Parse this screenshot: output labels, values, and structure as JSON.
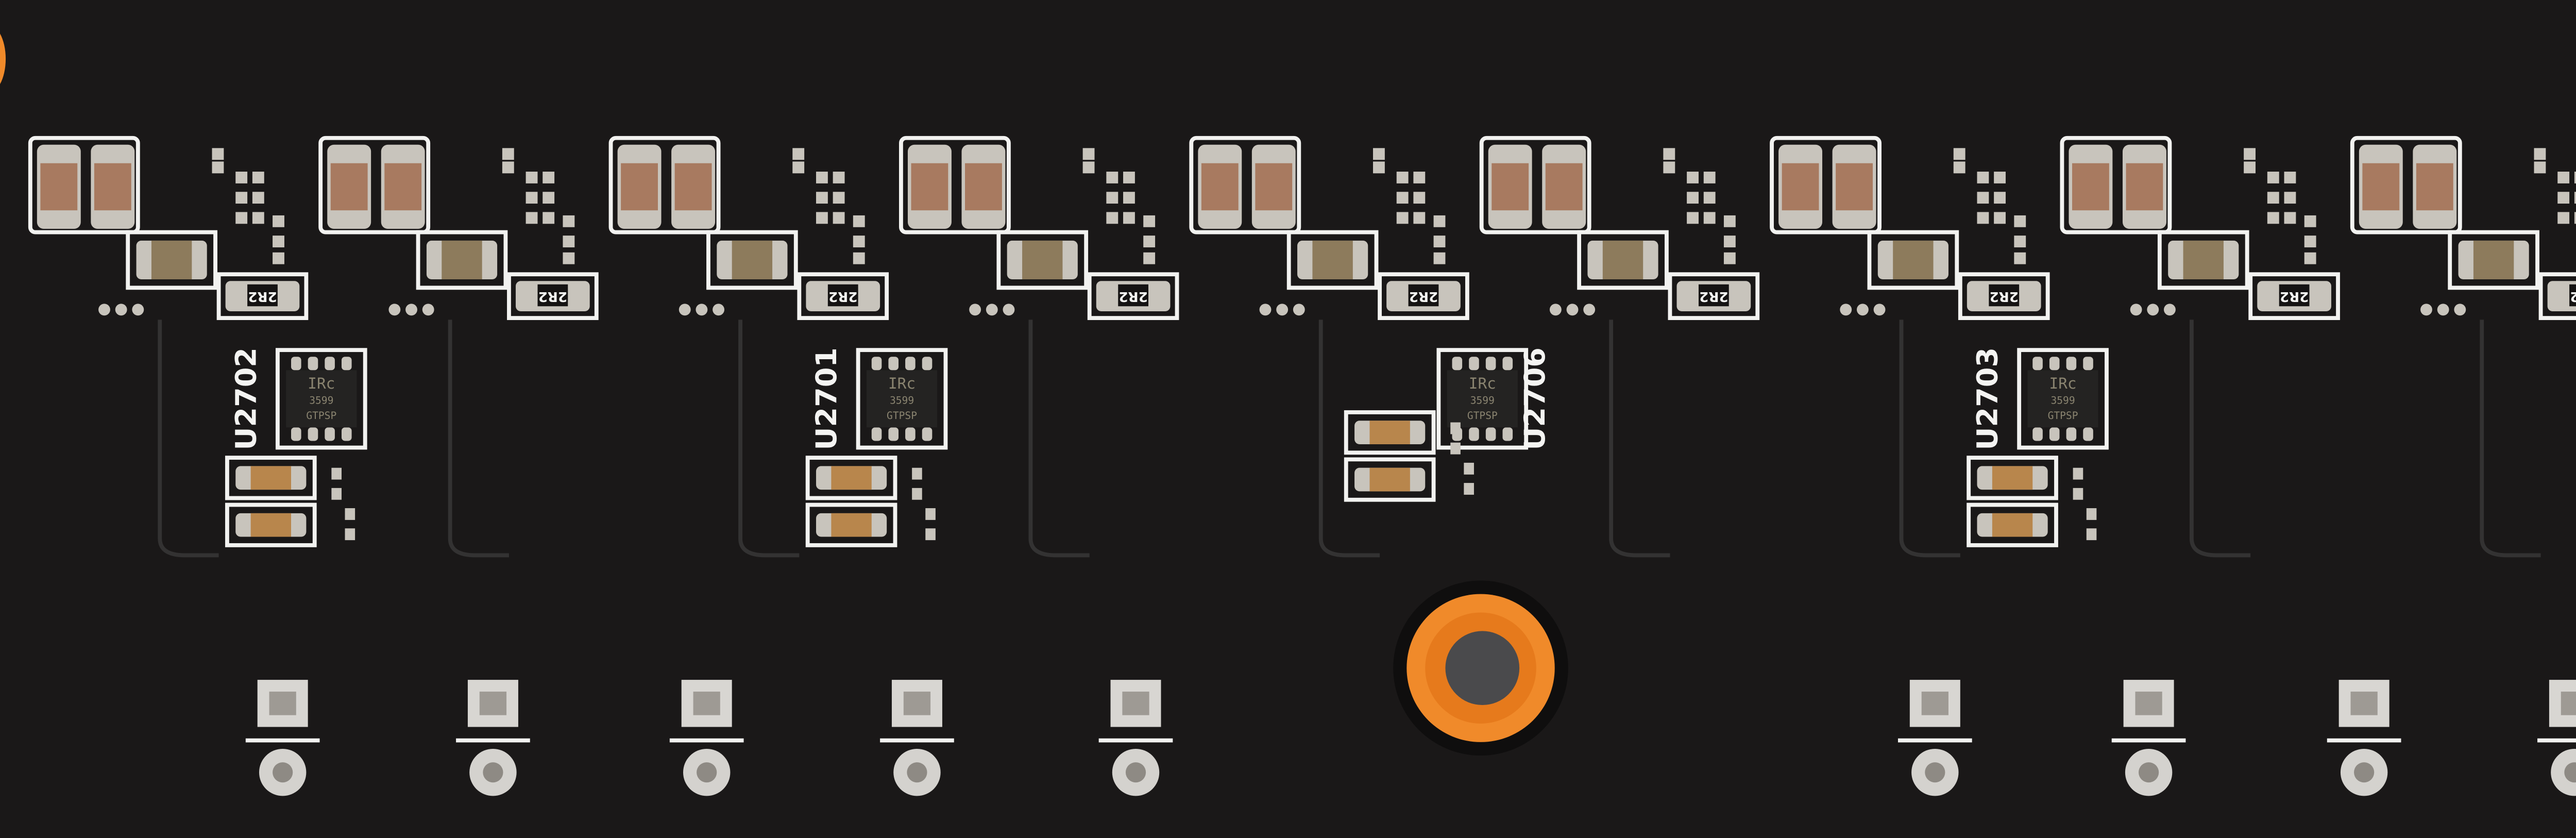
{
  "colors": {
    "board": "#1a1818",
    "silkscreen": "#f2f2f0",
    "capacitor": "#a87a60",
    "pad": "#c8c4bc",
    "mount_ring": "#f08a2a"
  },
  "controllers": [
    {
      "ref": "U2702",
      "marking": [
        "IRc",
        "3599",
        "GTPSP"
      ]
    },
    {
      "ref": "U2701",
      "marking": [
        "IRc",
        "3599",
        "GTPSP"
      ]
    },
    {
      "ref": "U2706",
      "marking": [
        "IRc",
        "3599",
        "GTPSP"
      ]
    },
    {
      "ref": "U2703",
      "marking": [
        "IRc",
        "3599",
        "GTPSP"
      ]
    }
  ],
  "resistor_marking": "2R2",
  "phase_count": 9
}
